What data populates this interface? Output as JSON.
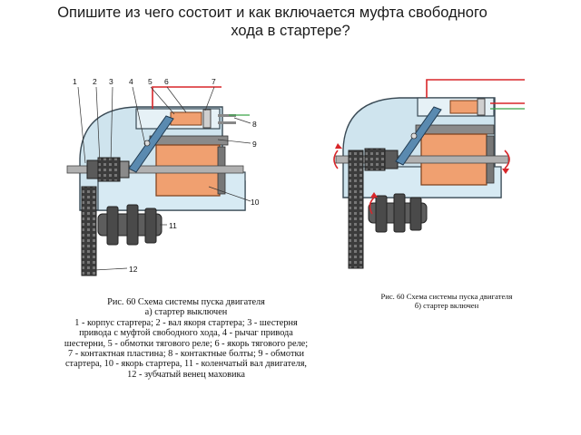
{
  "question": {
    "line1": "Опишите из чего состоит и как включается муфта свободного",
    "line2": "хода в стартере?"
  },
  "left_figure": {
    "labels": [
      "1",
      "2",
      "3",
      "4",
      "5",
      "6",
      "7",
      "8",
      "9",
      "10",
      "11",
      "12"
    ],
    "caption": [
      "Рис. 60 Схема системы пуска двигателя",
      "а) стартер выключен",
      "1 - корпус стартера; 2 - вал якоря стартера; 3 - шестерня",
      "привода с муфтой свободного хода, 4 - рычаг привода",
      "шестерни, 5 - обмотки тягового реле; 6 - якорь тягового реле;",
      "7 - контактная пластина; 8 - контактные болты; 9 - обмотки",
      "стартера, 10 - якорь стартера, 11 - коленчатый вал двигателя,",
      "12 - зубчатый венец маховика"
    ]
  },
  "right_figure": {
    "caption": [
      "Рис. 60 Схема системы пуска двигателя",
      "б) стартер включен"
    ]
  },
  "colors": {
    "housing": "#cfe4ee",
    "housing_edge": "#3a4a55",
    "armature": "#f0a070",
    "lever": "#5a8ab0",
    "gear": "#4a4a4a",
    "wire_red": "#d8262a",
    "wire_green": "#3aa548"
  }
}
